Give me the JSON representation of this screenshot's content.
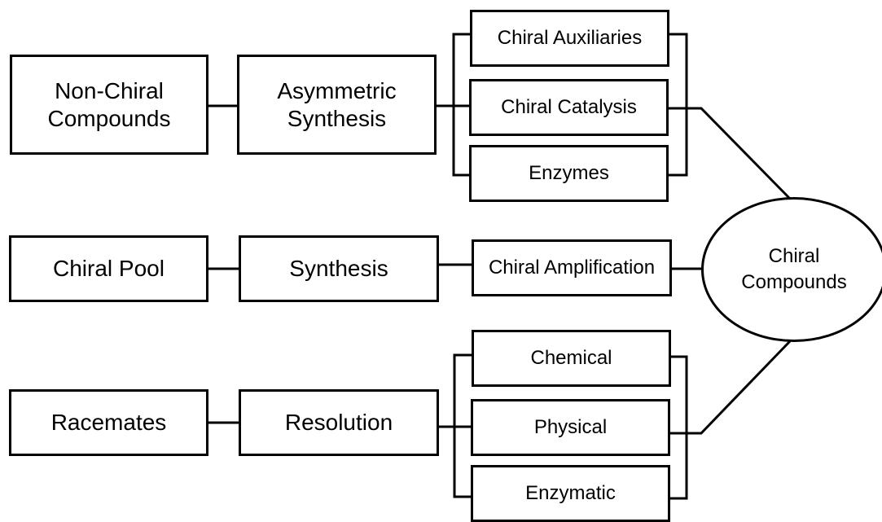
{
  "diagram": {
    "sources": {
      "non_chiral": "Non-Chiral\nCompounds",
      "chiral_pool": "Chiral Pool",
      "racemates": "Racemates"
    },
    "methods": {
      "asymmetric": "Asymmetric\nSynthesis",
      "synthesis": "Synthesis",
      "resolution": "Resolution"
    },
    "techniques": {
      "auxiliaries": "Chiral Auxiliaries",
      "catalysis": "Chiral Catalysis",
      "enzymes": "Enzymes",
      "amplification": "Chiral Amplification",
      "chemical": "Chemical",
      "physical": "Physical",
      "enzymatic": "Enzymatic"
    },
    "target": "Chiral\nCompounds"
  }
}
